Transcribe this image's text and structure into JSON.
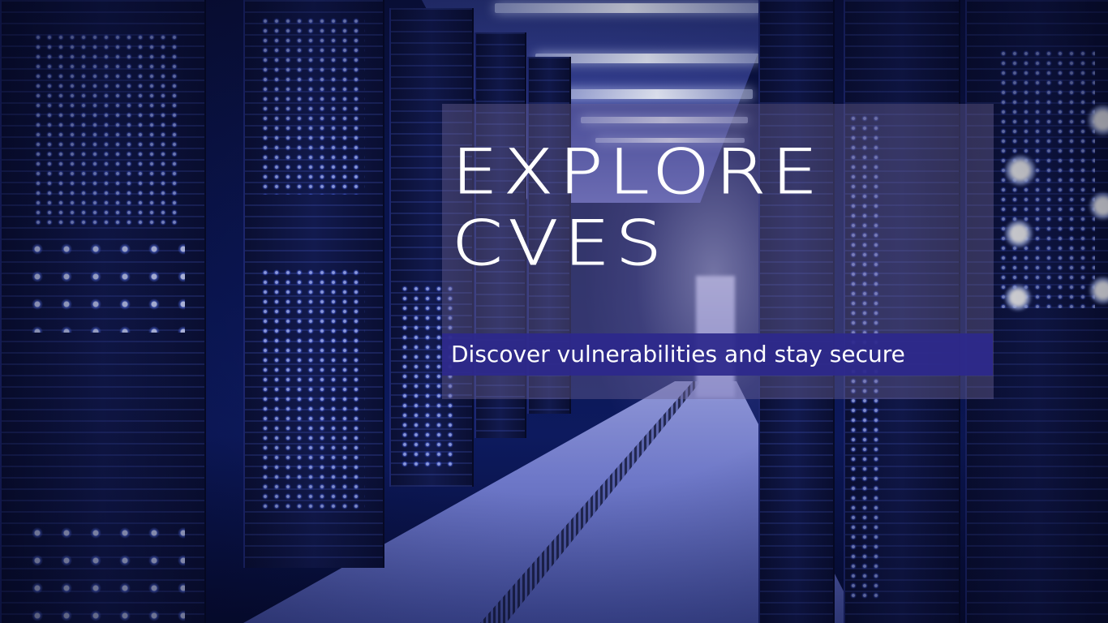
{
  "hero": {
    "headline_line1": "EXPLORE",
    "headline_line2": "CVES",
    "subtitle": "Discover vulnerabilities and stay secure"
  },
  "background": {
    "scene": "server-room-corridor-icon",
    "colors": {
      "base": "#0b1240",
      "accent_blue": "#3a4ad8",
      "panel_overlay": "#6e6496",
      "subtitle_bar": "#2d288c",
      "text": "#ffffff"
    }
  }
}
